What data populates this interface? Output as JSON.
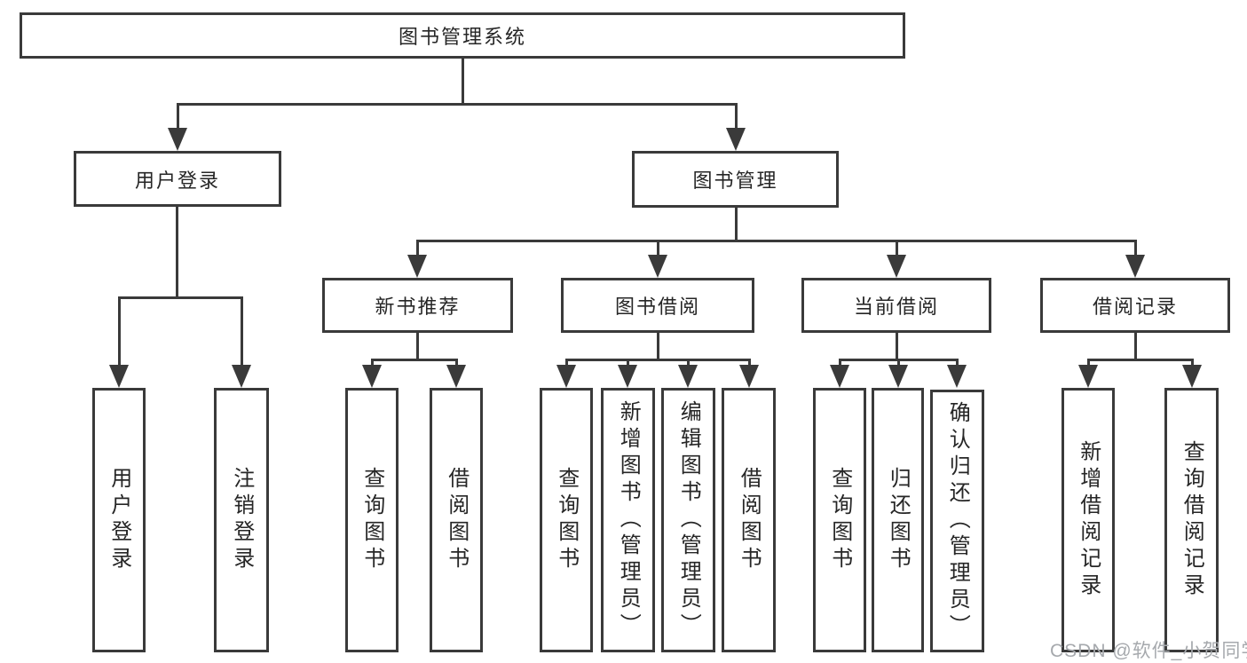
{
  "tree": {
    "root": {
      "label": "图书管理系统"
    },
    "branches": [
      {
        "label": "用户登录",
        "children": [
          {
            "label": "用户登录"
          },
          {
            "label": "注销登录"
          }
        ]
      },
      {
        "label": "图书管理",
        "children": [
          {
            "label": "新书推荐",
            "children": [
              {
                "label": "查询图书"
              },
              {
                "label": "借阅图书"
              }
            ]
          },
          {
            "label": "图书借阅",
            "children": [
              {
                "label": "查询图书"
              },
              {
                "label": "新增图书（管理员）"
              },
              {
                "label": "编辑图书（管理员）"
              },
              {
                "label": "借阅图书"
              }
            ]
          },
          {
            "label": "当前借阅",
            "children": [
              {
                "label": "查询图书"
              },
              {
                "label": "归还图书"
              },
              {
                "label": "确认归还（管理员）"
              }
            ]
          },
          {
            "label": "借阅记录",
            "children": [
              {
                "label": "新增借阅记录"
              },
              {
                "label": "查询借阅记录"
              }
            ]
          }
        ]
      }
    ]
  },
  "watermark": {
    "text": "CSDN @软件_小贺同学"
  },
  "colors": {
    "line": "#3a3a3a",
    "text": "#262626",
    "bg": "#ffffff",
    "watermark": "#a6a9ad"
  }
}
